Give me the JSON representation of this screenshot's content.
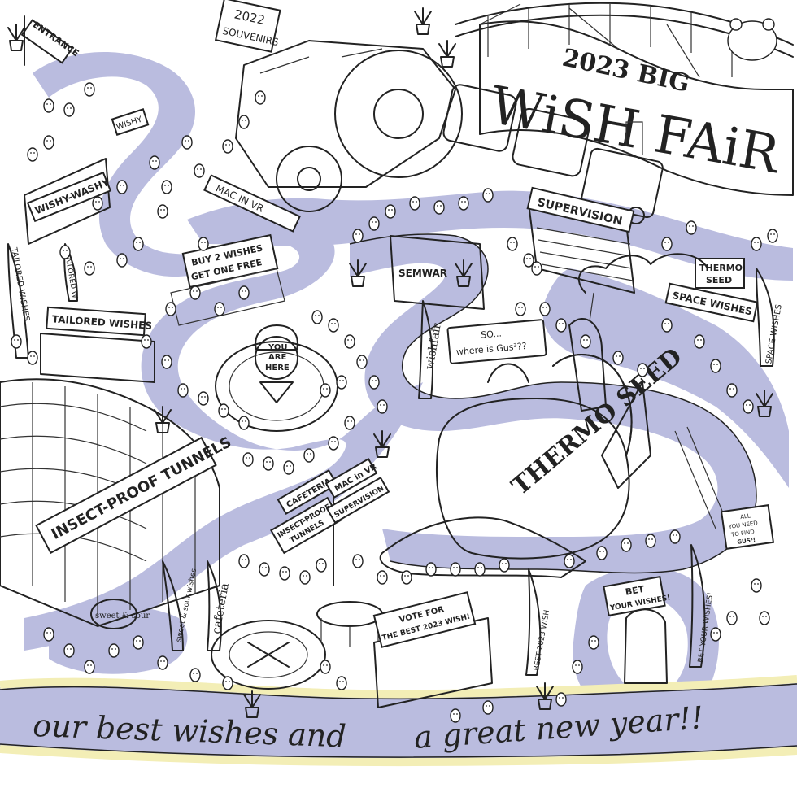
{
  "colors": {
    "path": "#babcdf",
    "path_edge": "#f3eeb6",
    "ink": "#222222",
    "paper": "#ffffff"
  },
  "signs": {
    "entrance": "ENTRANCE",
    "souvenirs": "2022 SOUVENIRS",
    "banner_year": "2023 BIG",
    "banner_main": "WiSH FAiR",
    "wishy_washy": "WISHY-WASHY",
    "wishy_flag": "WISHY",
    "tailored_flag_left": "TAILORED WISHES",
    "tailored_flag_small": "TAILORED W",
    "tailored_booth": "TAILORED WISHES",
    "mac_in_vr_roof": "MAC IN VR",
    "offer_line1": "BUY 2 WISHES",
    "offer_line2": "GET ONE FREE",
    "supervision": "SUPERVISION",
    "semwar": "SEMWAR",
    "thermo_seed_sign_l1": "THERMO",
    "thermo_seed_sign_l2": "SEED",
    "space_wishes": "SPACE WISHES",
    "space_wishes_flag": "SPACE WISHES",
    "you_are_here_l1": "YOU",
    "you_are_here_l2": "ARE",
    "you_are_here_l3": "HERE",
    "wishfair_flag": "wishfair",
    "speech_l1": "SO...",
    "speech_l2": "where is Gus³??",
    "machine": "THERMO SEED",
    "insect_proof": "INSECT-PROOF TUNNELS",
    "post_cafeteria": "CAFETERIA",
    "post_insect_l1": "INSECT-PROOF",
    "post_insect_l2": "TUNNELS",
    "post_mac": "MAC in VR",
    "post_supervision": "SUPERVISION",
    "gus_note_l1": "ALL",
    "gus_note_l2": "YOU NEED",
    "gus_note_l3": "TO FIND",
    "gus_note_l4": "GUS³!",
    "sweet_sour_flag": "sweet & sour wishes",
    "sweet_sour_table": "sweet & sour",
    "cafeteria_flag": "cafeteria",
    "vote_l1": "VOTE FOR",
    "vote_l2": "THE BEST 2023 WISH!",
    "best_2023_flag": "BEST 2023 WISH",
    "bet_sign_l1": "BET",
    "bet_sign_l2": "YOUR WISHES!",
    "bet_flag": "BET YOUR WISHES!"
  },
  "footer": {
    "message_part1": "our best wishes and",
    "message_part2": "a great new year!!"
  }
}
